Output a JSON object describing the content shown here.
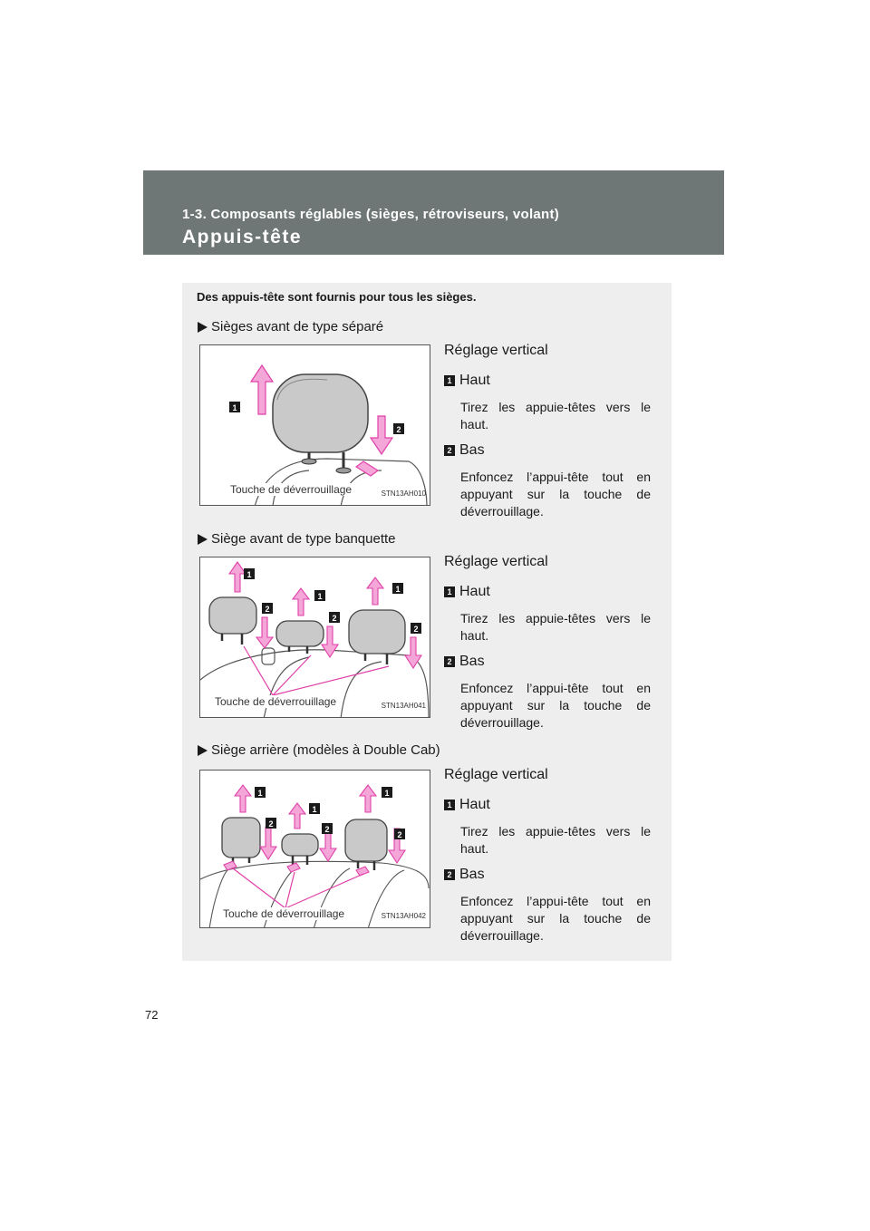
{
  "header": {
    "section": "1-3. Composants réglables (sièges, rétroviseurs, volant)",
    "title": "Appuis-tête"
  },
  "intro": "Des appuis-tête sont fournis pour tous les sièges.",
  "sections": [
    {
      "heading": "Sièges avant de type séparé",
      "figure": {
        "label": "Touche de déverrouillage",
        "code": "STN13AH010"
      },
      "adjust_title": "Réglage vertical",
      "items": [
        {
          "num": "1",
          "label": "Haut",
          "desc": "Tirez les appuie-têtes vers le haut."
        },
        {
          "num": "2",
          "label": "Bas",
          "desc": "Enfoncez l’appui-tête tout en appuyant sur la touche de déverrouillage."
        }
      ]
    },
    {
      "heading": "Siège avant de type banquette",
      "figure": {
        "label": "Touche de déverrouillage",
        "code": "STN13AH041"
      },
      "adjust_title": "Réglage vertical",
      "items": [
        {
          "num": "1",
          "label": "Haut",
          "desc": "Tirez les appuie-têtes vers le haut."
        },
        {
          "num": "2",
          "label": "Bas",
          "desc": "Enfoncez l’appui-tête tout en appuyant sur la touche de déverrouillage."
        }
      ]
    },
    {
      "heading": "Siège arrière (modèles à Double Cab)",
      "figure": {
        "label": "Touche de déverrouillage",
        "code": "STN13AH042"
      },
      "adjust_title": "Réglage vertical",
      "items": [
        {
          "num": "1",
          "label": "Haut",
          "desc": "Tirez les appuie-têtes vers le haut."
        },
        {
          "num": "2",
          "label": "Bas",
          "desc": "Enfoncez l’appui-tête tout en appuyant sur la touche de déverrouillage."
        }
      ]
    }
  ],
  "colors": {
    "header_bg": "#6e7775",
    "panel_bg": "#eeeeef",
    "arrow_fill": "#f4a6d8",
    "arrow_stroke": "#e040a8"
  },
  "page_number": "72"
}
